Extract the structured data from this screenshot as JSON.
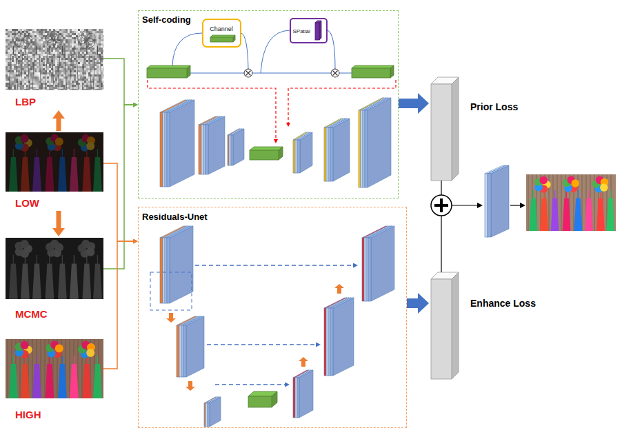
{
  "diagram": {
    "nodes": [
      {
        "text": [
          "LBP"
        ]
      },
      {
        "text": [
          "LOW"
        ]
      },
      {
        "text": [
          "MCMC"
        ]
      },
      {
        "text": [
          "HIGH"
        ]
      },
      {
        "text": [
          "Self-coding"
        ]
      },
      {
        "text": [
          "Channel"
        ],
        "in": 4
      },
      {
        "text": [
          "SPatial"
        ],
        "in": 4
      },
      {
        "text": [
          "Residuals-Unet"
        ]
      },
      {
        "text": [
          "Prior Loss"
        ]
      },
      {
        "text": [
          "Enhance Loss"
        ]
      }
    ],
    "edges": [
      {
        "from": 1,
        "to": 0,
        "arrow": "to"
      },
      {
        "from": 1,
        "to": 2,
        "arrow": "to"
      },
      {
        "from": 0,
        "to": 4,
        "arrow": "to"
      },
      {
        "from": 2,
        "to": 4,
        "arrow": "to"
      },
      {
        "from": 1,
        "to": 7,
        "arrow": "to"
      },
      {
        "from": 3,
        "to": 7,
        "arrow": "to"
      },
      {
        "from": 4,
        "to": 8,
        "arrow": "to"
      },
      {
        "from": 7,
        "to": 9,
        "arrow": "to"
      }
    ]
  }
}
